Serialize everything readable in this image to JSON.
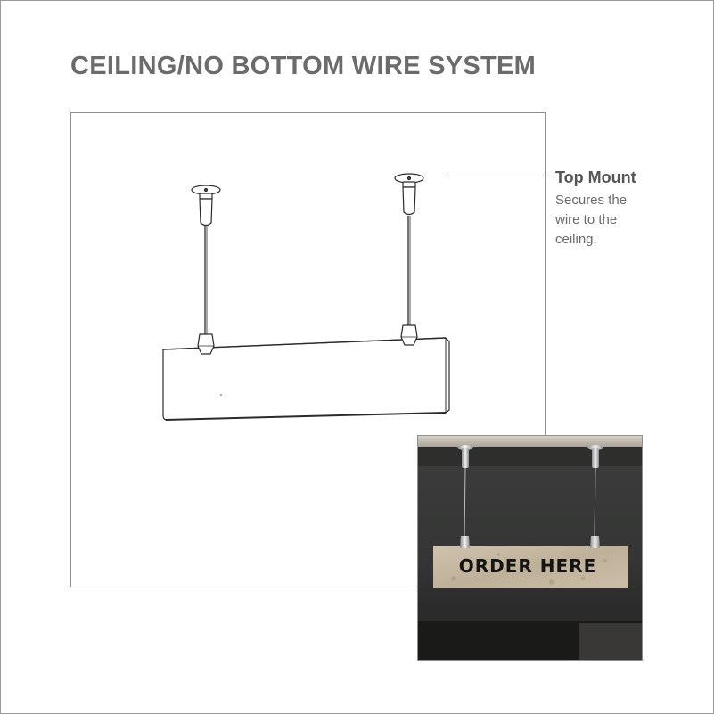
{
  "title": "CEILING/NO BOTTOM WIRE SYSTEM",
  "callout": {
    "title": "Top Mount",
    "description": "Secures the wire to the ceiling."
  },
  "photo": {
    "sign_text": "ORDER HERE"
  },
  "icons": [
    "ceiling-mount-icon",
    "cable-gripper-icon",
    "sign-panel-illustration"
  ]
}
